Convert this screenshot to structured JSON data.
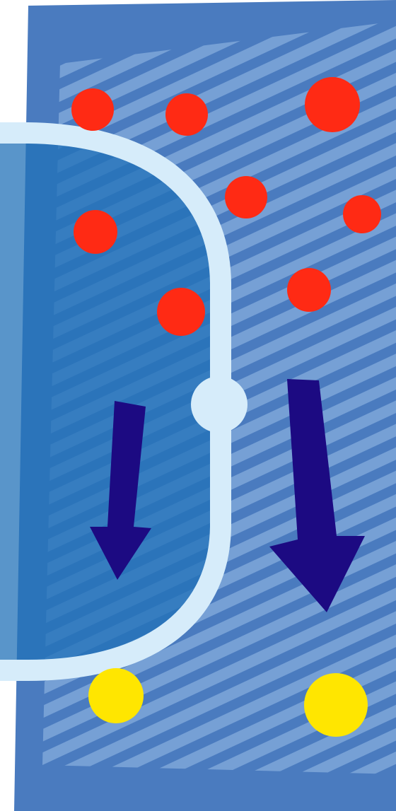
{
  "colors": {
    "page_background": "#ffffff",
    "panel_background": "#4a7bbf",
    "stripe_light": "#7ea6d9",
    "cell_fill": "#2271b8",
    "membrane": "#d6ecfa",
    "red_particle": "#ff2a14",
    "yellow_particle": "#ffe600",
    "arrow": "#1c0a82"
  },
  "diagram": {
    "elements": [
      "blue-panel",
      "striped-overlay",
      "cell-compartment",
      "membrane-pore",
      "red-particles",
      "downward-arrows",
      "yellow-particles"
    ]
  }
}
